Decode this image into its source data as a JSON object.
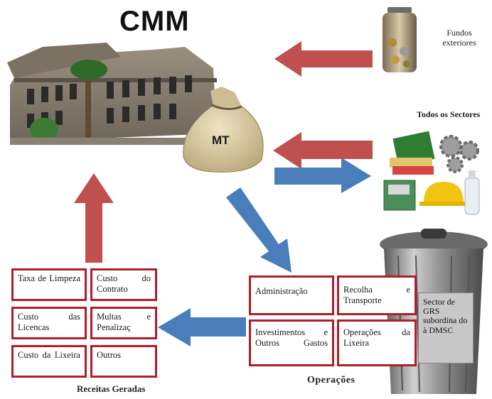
{
  "title": "CMM",
  "bag_label": "MT",
  "fundos": "Fundos exteriores",
  "sectores": "Todos os Sectores",
  "receitas_caption": "Receitas Geradas",
  "operacoes_caption": "Operações",
  "receitas_boxes": [
    "Taxa de Limpeza",
    "Custo do Contrato",
    "Custo das Licencas",
    "Multas e Penalizaç",
    "Custo da Lixeira",
    "Outros"
  ],
  "operacoes_boxes": [
    "Administração",
    "Recolha e Transporte",
    "Investimentos e Outros Gastos",
    "Operações da Lixeira"
  ],
  "grey_note": "Sector de GRS subordina do à DMSC",
  "colors": {
    "arrow_red": "#c0504d",
    "arrow_blue": "#4a7ebb",
    "box_border": "#b01e2a"
  }
}
